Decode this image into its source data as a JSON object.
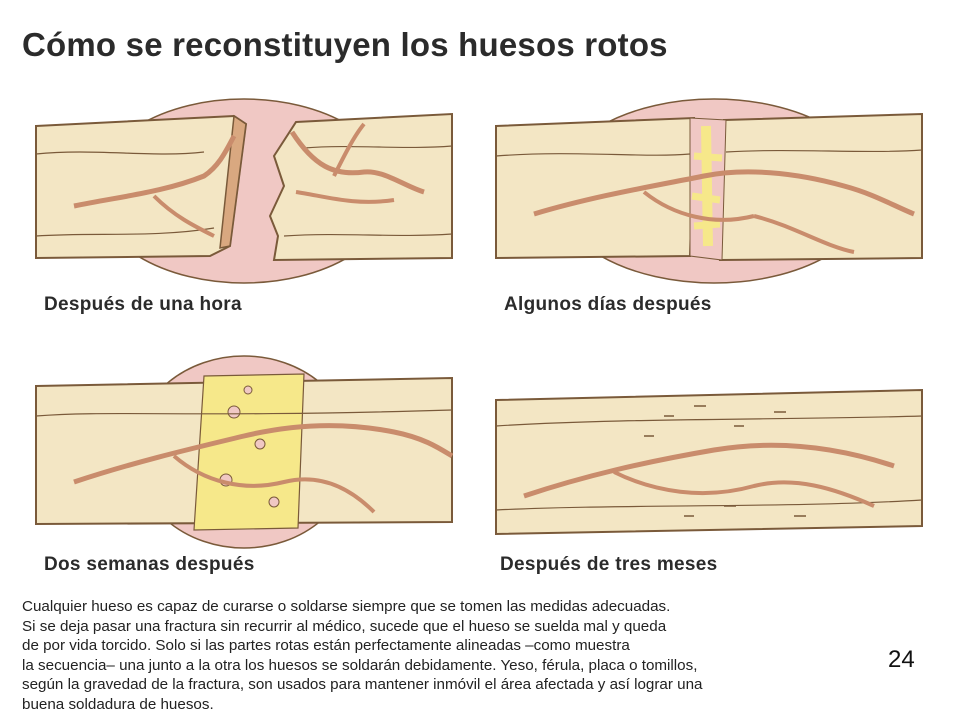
{
  "title": "Cómo se reconstituyen los huesos rotos",
  "panels": [
    {
      "caption": "Después de una hora"
    },
    {
      "caption": "Algunos días después"
    },
    {
      "caption": "Dos semanas después"
    },
    {
      "caption": "Después de tres meses"
    }
  ],
  "paragraph_lines": [
    "Cualquier hueso es capaz de curarse o soldarse siempre que se tomen las medidas adecuadas.",
    "Si se deja pasar una fractura sin recurrir al médico, sucede que el hueso se suelda mal y queda",
    "de por vida torcido. Solo si las partes rotas están perfectamente alineadas –como muestra",
    "la secuencia– una junto a la otra los huesos se soldarán debidamente. Yeso, férula, placa o tomillos,",
    "según la gravedad de la fractura, son usados para mantener inmóvil el área afectada y así lograr una",
    "buena soldadura de huesos."
  ],
  "page_number": "24",
  "colors": {
    "bone": "#f3e6c4",
    "bone_outline": "#7a5a3a",
    "hematoma": "#f0c8c4",
    "callus": "#f6e88a",
    "vessel": "#c98c6c"
  }
}
